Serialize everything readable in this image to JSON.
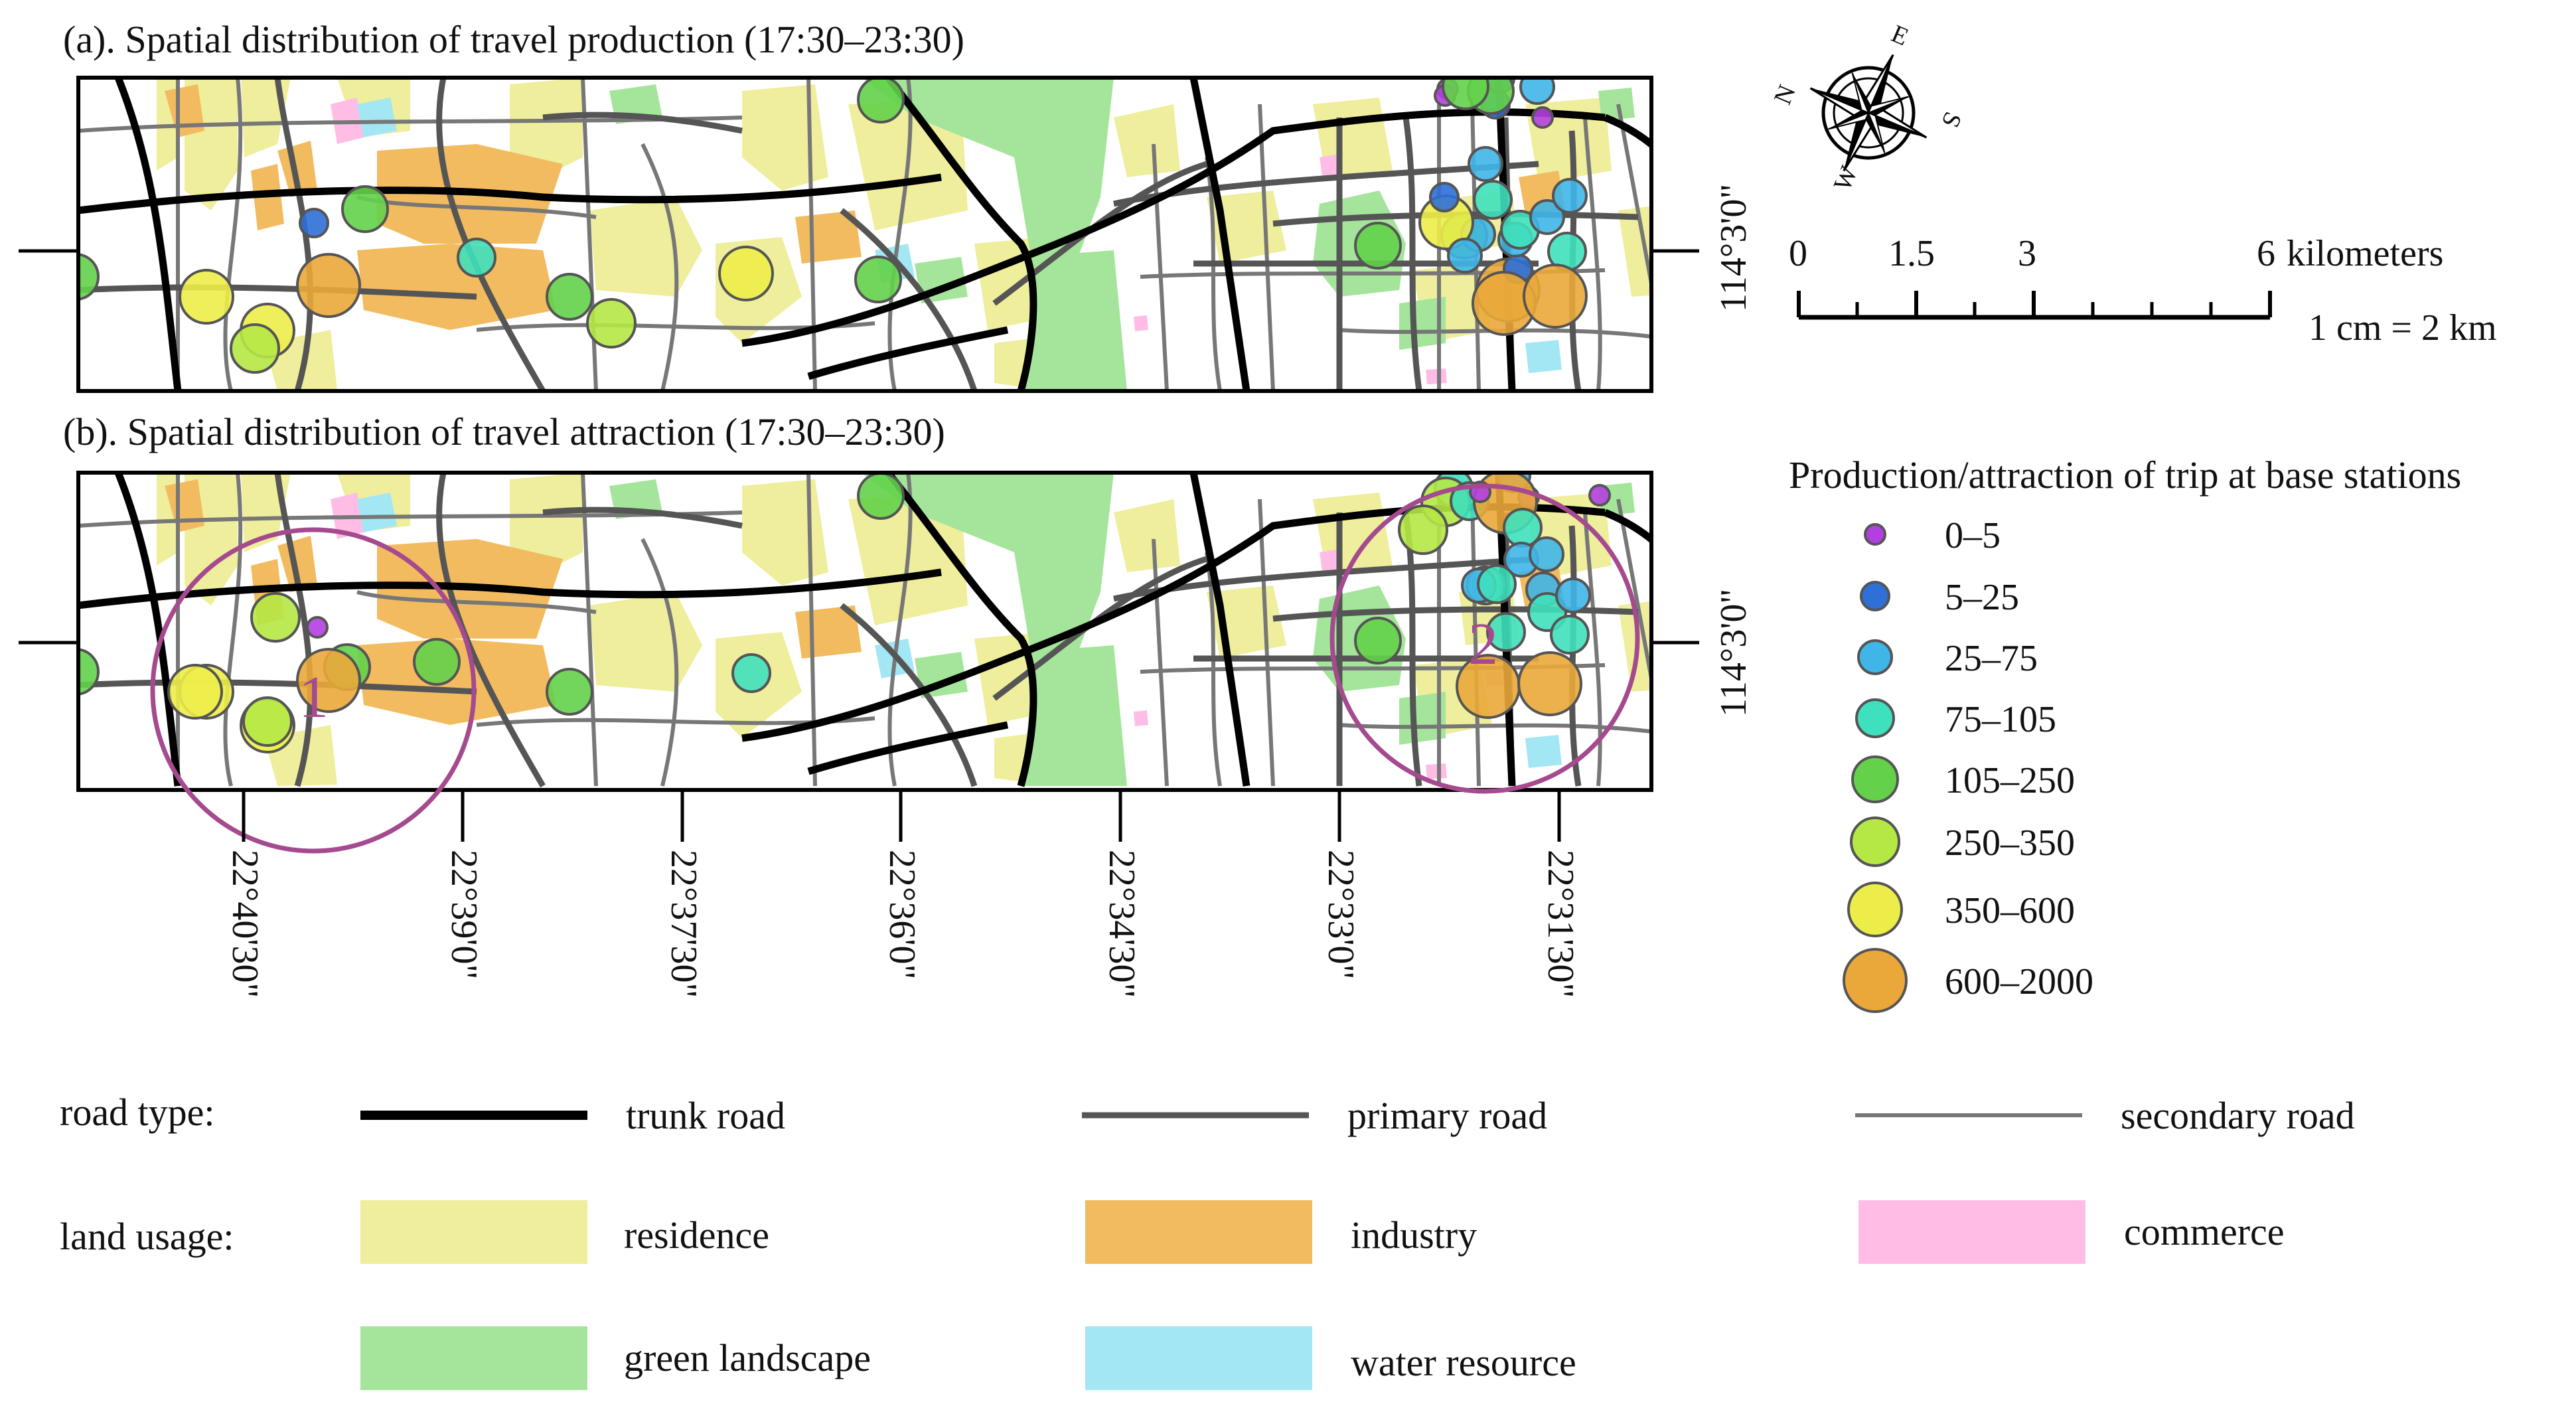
{
  "panels": [
    {
      "id": "a",
      "title": "(a). Spatial distribution of travel production (17:30–23:30)",
      "stations": [
        {
          "c": 0,
          "cls": 0
        },
        {
          "c": 1,
          "cls": 1
        },
        {
          "c": 2,
          "cls": 1
        },
        {
          "c": 3,
          "cls": 0
        },
        {
          "c": 4,
          "cls": 0
        },
        {
          "c": 5,
          "cls": 4
        },
        {
          "c": 6,
          "cls": 2
        },
        {
          "c": 7,
          "cls": 6
        },
        {
          "c": 8,
          "cls": 7
        },
        {
          "c": 9,
          "cls": 1
        },
        {
          "c": 10,
          "cls": 2
        },
        {
          "c": 11,
          "cls": 2
        },
        {
          "c": 12,
          "cls": 3
        },
        {
          "c": 13,
          "cls": 1
        },
        {
          "c": 14,
          "cls": 3
        },
        {
          "c": 15,
          "cls": 2
        },
        {
          "c": 16,
          "cls": 2
        },
        {
          "c": 17,
          "cls": 2
        },
        {
          "c": 18,
          "cls": 3
        },
        {
          "c": 19,
          "cls": 2
        },
        {
          "c": 20,
          "cls": 7
        },
        {
          "c": 21,
          "cls": 7
        },
        {
          "c": 22,
          "cls": 4
        },
        {
          "c": 23,
          "cls": 1
        },
        {
          "c": 24,
          "cls": 4
        },
        {
          "c": 25,
          "cls": 3
        },
        {
          "c": 26,
          "cls": 4
        },
        {
          "c": 27,
          "cls": 6
        },
        {
          "c": 28,
          "cls": 6
        },
        {
          "c": 29,
          "cls": 5
        },
        {
          "c": 30,
          "cls": 4
        },
        {
          "c": 31,
          "cls": 5
        },
        {
          "c": 32,
          "cls": 4
        },
        {
          "c": 33,
          "cls": 4
        },
        {
          "c": 34,
          "cls": 6
        },
        {
          "c": 35,
          "cls": 4
        },
        {
          "c": 36,
          "cls": 7
        },
        {
          "c": 37,
          "cls": 4
        }
      ],
      "annotations": []
    },
    {
      "id": "b",
      "title": "(b). Spatial distribution of travel attraction (17:30–23:30)",
      "stations": [
        {
          "c": 0,
          "cls": 0
        },
        {
          "c": 3,
          "cls": 3
        },
        {
          "c": 4,
          "cls": 0
        },
        {
          "c": 5,
          "cls": 2
        },
        {
          "c": 6,
          "cls": 5
        },
        {
          "c": 7,
          "cls": 3
        },
        {
          "c": 8,
          "cls": 7
        },
        {
          "c": 9,
          "cls": 3
        },
        {
          "c": 10,
          "cls": 3
        },
        {
          "c": 11,
          "cls": 2
        },
        {
          "c": 12,
          "cls": 2
        },
        {
          "c": 13,
          "cls": 3
        },
        {
          "c": 14,
          "cls": 2
        },
        {
          "c": 15,
          "cls": 3
        },
        {
          "c": 16,
          "cls": 2
        },
        {
          "c": 17,
          "cls": 2
        },
        {
          "c": 18,
          "cls": 3
        },
        {
          "c": 19,
          "cls": 3
        },
        {
          "c": 20,
          "cls": 7
        },
        {
          "c": 21,
          "cls": 7
        },
        {
          "c": 22,
          "cls": 5
        },
        {
          "c": 23,
          "cls": 0
        },
        {
          "c": 24,
          "cls": 4
        },
        {
          "c": 25,
          "cls": 0
        },
        {
          "c": 26,
          "cls": 5
        },
        {
          "c": 27,
          "cls": 6
        },
        {
          "c": 28,
          "cls": 6
        },
        {
          "c": 29,
          "cls": 5
        },
        {
          "c": 30,
          "cls": 4
        },
        {
          "c": 31,
          "cls": 4
        },
        {
          "c": 32,
          "cls": 3
        },
        {
          "c": 33,
          "cls": 4
        },
        {
          "c": 34,
          "cls": 6
        },
        {
          "c": 35,
          "cls": 4
        },
        {
          "c": 36,
          "cls": 7
        },
        {
          "c": 37,
          "cls": 4
        }
      ],
      "annotations": [
        "1",
        "2"
      ]
    }
  ],
  "latitude_ticks": [
    "22°40'30\"",
    "22°39'0\"",
    "22°37'30\"",
    "22°36'0\"",
    "22°34'30\"",
    "22°33'0\"",
    "22°31'30\""
  ],
  "longitude_label": "114°3'0\"",
  "north_arrow": {
    "letters": [
      "N",
      "E",
      "S",
      "W"
    ],
    "icon": "compass-rose-icon"
  },
  "scale_bar": {
    "ticks": [
      "0",
      "1.5",
      "3",
      "6"
    ],
    "unit": "kilometers",
    "ratio": "1 cm = 2 km"
  },
  "legend": {
    "title": "Production/attraction of trip at base stations",
    "classes": [
      {
        "label": "0–5",
        "color": "#b23fe0"
      },
      {
        "label": "5–25",
        "color": "#2f6fd8"
      },
      {
        "label": "25–75",
        "color": "#3fb5e8"
      },
      {
        "label": "75–105",
        "color": "#3fe0bd"
      },
      {
        "label": "105–250",
        "color": "#63d24a"
      },
      {
        "label": "250–350",
        "color": "#b5e845"
      },
      {
        "label": "350–600",
        "color": "#eded4a"
      },
      {
        "label": "600–2000",
        "color": "#eaa83a"
      }
    ]
  },
  "road_types": {
    "label": "road type:",
    "items": [
      {
        "name": "trunk road",
        "color": "#000000"
      },
      {
        "name": "primary road",
        "color": "#555555"
      },
      {
        "name": "secondary road",
        "color": "#777777"
      }
    ]
  },
  "land_usage": {
    "label": "land usage:",
    "items": [
      {
        "name": "residence",
        "color": "#eeee9c"
      },
      {
        "name": "industry",
        "color": "#f2bb5f"
      },
      {
        "name": "commerce",
        "color": "#ffbde6"
      },
      {
        "name": "green landscape",
        "color": "#a4e59b"
      },
      {
        "name": "water resource",
        "color": "#a3e7f5"
      }
    ]
  }
}
